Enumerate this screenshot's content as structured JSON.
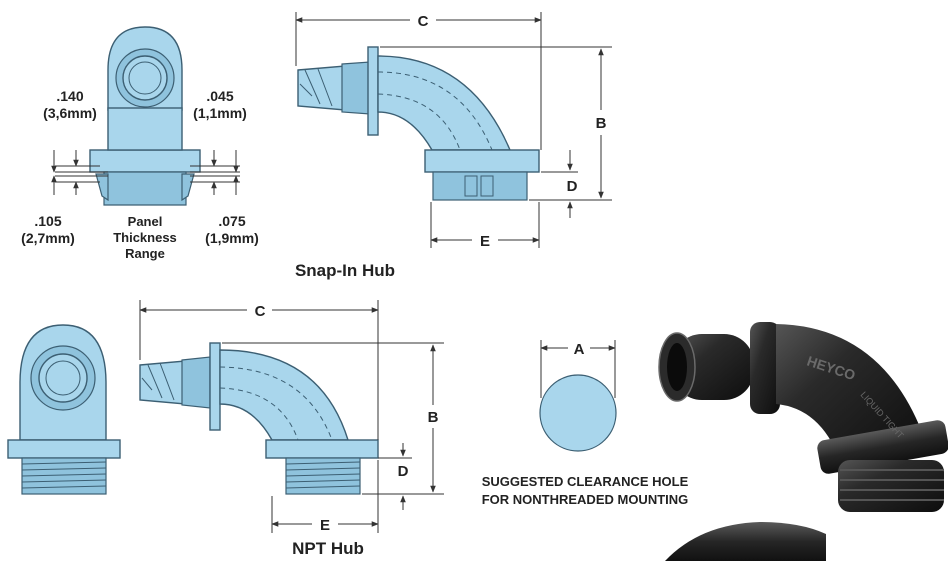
{
  "snap_in": {
    "title": "Snap-In Hub",
    "dim_c": "C",
    "dim_b": "B",
    "dim_d": "D",
    "dim_e": "E",
    "t1_in": ".140",
    "t1_mm": "(3,6mm)",
    "t2_in": ".045",
    "t2_mm": "(1,1mm)",
    "t3_in": ".105",
    "t3_mm": "(2,7mm)",
    "t4_in": ".075",
    "t4_mm": "(1,9mm)",
    "range_1": "Panel",
    "range_2": "Thickness",
    "range_3": "Range"
  },
  "npt": {
    "title": "NPT Hub",
    "dim_c": "C",
    "dim_b": "B",
    "dim_d": "D",
    "dim_e": "E"
  },
  "hole": {
    "dim_a": "A",
    "caption_1": "SUGGESTED CLEARANCE HOLE",
    "caption_2": "FOR NONTHREADED MOUNTING"
  },
  "photo": {
    "brand_1": "HEYCO",
    "brand_2": "LIQUID TIGHT"
  },
  "colors": {
    "part_fill": "#a9d6ec",
    "part_outline": "#3c5f73",
    "hole_fill": "#a9d6ec",
    "photo_body": "#1c1c1c"
  }
}
